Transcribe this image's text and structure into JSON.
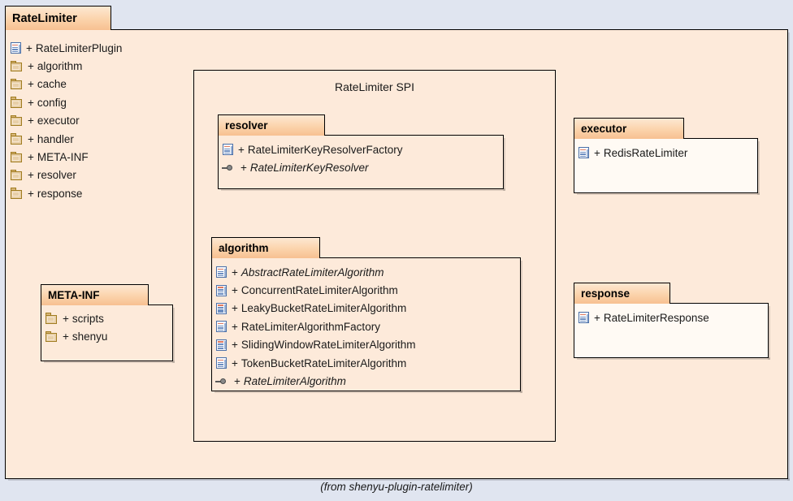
{
  "diagram": {
    "title": "RateLimiter",
    "caption": "(from shenyu-plugin-ratelimiter)",
    "canvas_bg": "#e0e5f0",
    "package_bg": "#fdeada",
    "tab_color": "#f7c091",
    "border_color": "#000000"
  },
  "root_package": {
    "name": "RateLimiter",
    "members": [
      {
        "icon": "class-icon",
        "visibility": "+",
        "name": "RateLimiterPlugin",
        "italic": false
      },
      {
        "icon": "folder-icon",
        "visibility": "+",
        "name": "algorithm",
        "italic": false
      },
      {
        "icon": "folder-icon",
        "visibility": "+",
        "name": "cache",
        "italic": false
      },
      {
        "icon": "folder-icon",
        "visibility": "+",
        "name": "config",
        "italic": false
      },
      {
        "icon": "folder-icon",
        "visibility": "+",
        "name": "executor",
        "italic": false
      },
      {
        "icon": "folder-icon",
        "visibility": "+",
        "name": "handler",
        "italic": false
      },
      {
        "icon": "folder-icon",
        "visibility": "+",
        "name": "META-INF",
        "italic": false
      },
      {
        "icon": "folder-icon",
        "visibility": "+",
        "name": "resolver",
        "italic": false
      },
      {
        "icon": "folder-icon",
        "visibility": "+",
        "name": "response",
        "italic": false
      }
    ]
  },
  "spi_container": {
    "title": "RateLimiter SPI"
  },
  "packages": {
    "resolver": {
      "name": "resolver",
      "members": [
        {
          "icon": "class-icon",
          "visibility": "+",
          "name": "RateLimiterKeyResolverFactory",
          "italic": false
        },
        {
          "icon": "interface-icon",
          "visibility": "+",
          "name": "RateLimiterKeyResolver",
          "italic": true
        }
      ]
    },
    "algorithm": {
      "name": "algorithm",
      "members": [
        {
          "icon": "class-icon",
          "visibility": "+",
          "name": "AbstractRateLimiterAlgorithm",
          "italic": true
        },
        {
          "icon": "class-icon",
          "visibility": "+",
          "name": "ConcurrentRateLimiterAlgorithm",
          "italic": false
        },
        {
          "icon": "class-icon",
          "visibility": "+",
          "name": "LeakyBucketRateLimiterAlgorithm",
          "italic": false
        },
        {
          "icon": "class-icon",
          "visibility": "+",
          "name": "RateLimiterAlgorithmFactory",
          "italic": false
        },
        {
          "icon": "class-icon",
          "visibility": "+",
          "name": "SlidingWindowRateLimiterAlgorithm",
          "italic": false
        },
        {
          "icon": "class-icon",
          "visibility": "+",
          "name": "TokenBucketRateLimiterAlgorithm",
          "italic": false
        },
        {
          "icon": "interface-icon",
          "visibility": "+",
          "name": "RateLimiterAlgorithm",
          "italic": true
        }
      ]
    },
    "executor": {
      "name": "executor",
      "members": [
        {
          "icon": "class-icon",
          "visibility": "+",
          "name": "RedisRateLimiter",
          "italic": false
        }
      ]
    },
    "response": {
      "name": "response",
      "members": [
        {
          "icon": "class-icon",
          "visibility": "+",
          "name": "RateLimiterResponse",
          "italic": false
        }
      ]
    },
    "meta_inf": {
      "name": "META-INF",
      "members": [
        {
          "icon": "folder-icon",
          "visibility": "+",
          "name": "scripts",
          "italic": false
        },
        {
          "icon": "folder-icon",
          "visibility": "+",
          "name": "shenyu",
          "italic": false
        }
      ]
    }
  }
}
